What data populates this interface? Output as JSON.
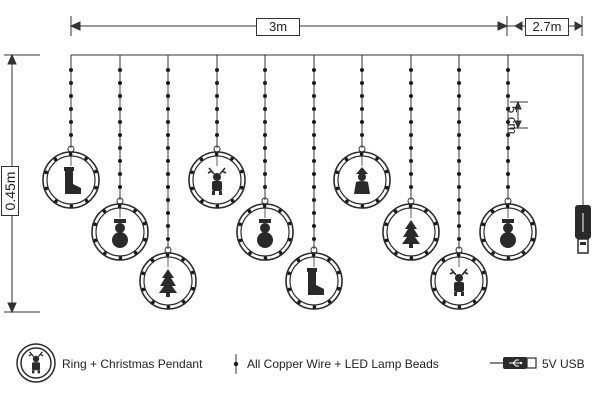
{
  "dimensions": {
    "width": "3m",
    "lead_length": "2.7m",
    "height": "0.45m",
    "bead_spacing": "5 cm"
  },
  "strands": [
    {
      "pendant": "boot"
    },
    {
      "pendant": "snowman"
    },
    {
      "pendant": "tree"
    },
    {
      "pendant": "reindeer"
    },
    {
      "pendant": "snowman"
    },
    {
      "pendant": "boot"
    },
    {
      "pendant": "santa"
    },
    {
      "pendant": "tree"
    },
    {
      "pendant": "reindeer"
    },
    {
      "pendant": "snowman"
    }
  ],
  "legend": {
    "ring": "Ring + Christmas Pendant",
    "wire": "All Copper Wire + LED Lamp Beads",
    "usb": "5V USB"
  },
  "icons": {
    "ring_legend": "reindeer-pendant-icon",
    "wire_legend": "led-bead-icon",
    "usb_legend": "usb-cable-icon",
    "usb_plug": "usb-plug-icon"
  },
  "colors": {
    "line": "#333333",
    "ring": "#2b2b2b",
    "bead": "#1a1a1a",
    "pendant": "#2a2a2a"
  }
}
